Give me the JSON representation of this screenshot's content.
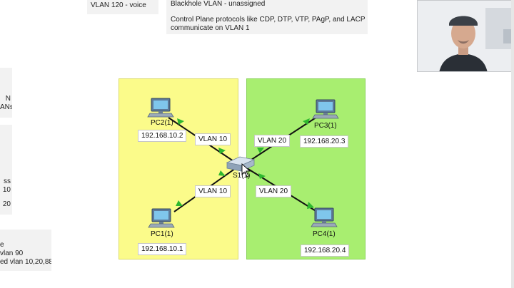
{
  "notes": {
    "top_left": [
      "VLAN 120 - voice"
    ],
    "top_center": [
      "Blackhole VLAN - unassigned",
      "Control Plane protocols like CDP, DTP, VTP, PAgP, and LACP",
      "communicate on VLAN 1"
    ],
    "left_1": [
      "N",
      "ANs"
    ],
    "left_2": [
      "ss",
      "10",
      "20"
    ],
    "left_3": [
      "e",
      "vlan 90",
      "ed vlan 10,20,88"
    ]
  },
  "devices": {
    "pc1": {
      "name": "PC1(1)",
      "ip": "192.168.10.1"
    },
    "pc2": {
      "name": "PC2(1)",
      "ip": "192.168.10.2"
    },
    "pc3": {
      "name": "PC3(1)",
      "ip": "192.168.20.3"
    },
    "pc4": {
      "name": "PC4(1)",
      "ip": "192.168.20.4"
    },
    "switch": {
      "name": "S1(1)"
    }
  },
  "links": {
    "pc2": "VLAN 10",
    "pc1": "VLAN 10",
    "pc3": "VLAN 20",
    "pc4": "VLAN 20"
  },
  "colors": {
    "vlan10_zone": "#fbfb8a",
    "vlan20_zone": "#a8ee70",
    "link_up": "#2eb82e"
  },
  "icons": {
    "pc": "pc-icon",
    "switch": "switch-icon",
    "cursor": "mouse-cursor-icon"
  }
}
